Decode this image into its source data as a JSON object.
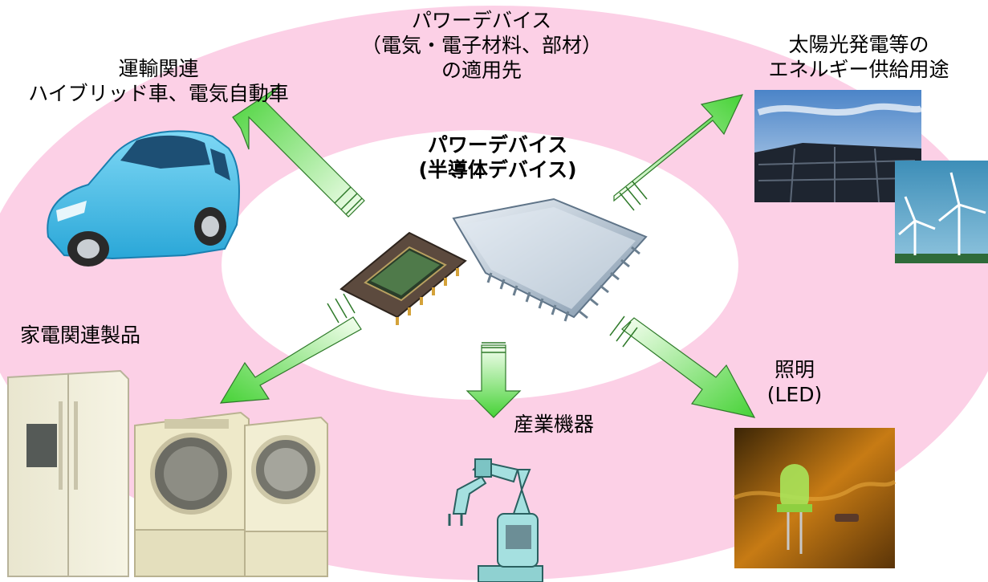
{
  "center": {
    "line1": "パワーデバイス",
    "line2": "(半導体デバイス)"
  },
  "top": {
    "line1": "パワーデバイス",
    "line2": "（電気・電子材料、部材）",
    "line3": "の適用先"
  },
  "transport": {
    "line1": "運輸関連",
    "line2": "ハイブリッド車、電気自動車"
  },
  "energy": {
    "line1": "太陽光発電等の",
    "line2": "エネルギー供給用途"
  },
  "appliances": {
    "line1": "家電関連製品"
  },
  "lighting": {
    "line1": "照明",
    "line2": "(LED)"
  },
  "industrial": {
    "line1": "産業機器"
  },
  "colors": {
    "outer_ring": "#fcd0e6",
    "inner_ellipse": "#ffffff",
    "arrow_start": "#f5fff0",
    "arrow_end": "#49d636"
  },
  "icons": [
    "car-icon",
    "solar-panel-icon",
    "wind-turbine-icon",
    "refrigerator-icon",
    "washing-machine-icon",
    "dryer-icon",
    "robot-arm-icon",
    "led-icon",
    "chip-icon"
  ]
}
